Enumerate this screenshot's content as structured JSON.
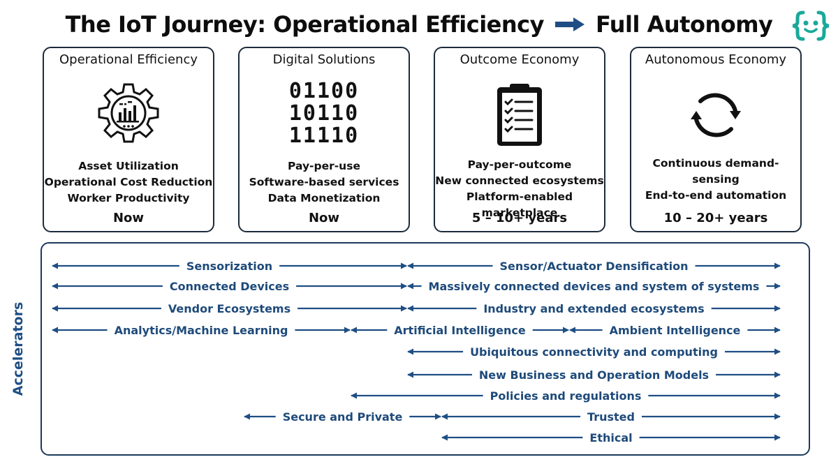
{
  "header": {
    "title_left": "The IoT Journey: Operational Efficiency",
    "title_right": "Full Autonomy"
  },
  "colors": {
    "accent": "#1f4e84",
    "border": "#1c2b3a",
    "logo": "#1aa89a"
  },
  "stages": [
    {
      "title": "Operational Efficiency",
      "icon": "gear-chart-icon",
      "lines": [
        "Asset Utilization",
        "Operational Cost Reduction",
        "Worker Productivity"
      ],
      "time": "Now"
    },
    {
      "title": "Digital Solutions",
      "icon": "binary-code",
      "binary": [
        "01100",
        "10110",
        "11110"
      ],
      "lines": [
        "Pay-per-use",
        "Software-based services",
        "Data Monetization"
      ],
      "time": "Now"
    },
    {
      "title": "Outcome Economy",
      "icon": "clipboard-checklist-icon",
      "lines": [
        "Pay-per-outcome",
        "New connected ecosystems",
        "Platform-enabled marketplace"
      ],
      "time": "5 – 10+ years"
    },
    {
      "title": "Autonomous Economy",
      "icon": "cycle-arrows-icon",
      "lines": [
        "Continuous demand-sensing",
        "End-to-end automation"
      ],
      "time": "10 – 20+ years"
    }
  ],
  "accelerators": {
    "label": "Accelerators",
    "rows": [
      {
        "segments": [
          {
            "label": "Sensorization",
            "from": "col0",
            "to": "col2"
          },
          {
            "label": "Sensor/Actuator Densification",
            "from": "col2",
            "to": "end"
          }
        ]
      },
      {
        "segments": [
          {
            "label": "Connected Devices",
            "from": "col0",
            "to": "col2"
          },
          {
            "label": "Massively connected devices and system of systems",
            "from": "col2",
            "to": "end"
          }
        ]
      },
      {
        "segments": [
          {
            "label": "Vendor Ecosystems",
            "from": "col0",
            "to": "col2"
          },
          {
            "label": "Industry and extended ecosystems",
            "from": "col2",
            "to": "end"
          }
        ]
      },
      {
        "segments": [
          {
            "label": "Analytics/Machine Learning",
            "from": "col0",
            "to": "col1b"
          },
          {
            "label": "Artificial Intelligence",
            "from": "col1b",
            "to": "col3b"
          },
          {
            "label": "Ambient Intelligence",
            "from": "col3b",
            "to": "end"
          }
        ]
      },
      {
        "segments": [
          {
            "label": "Ubiquitous connectivity and computing",
            "from": "col2",
            "to": "end"
          }
        ]
      },
      {
        "segments": [
          {
            "label": "New Business and Operation Models",
            "from": "col2",
            "to": "end"
          }
        ]
      },
      {
        "segments": [
          {
            "label": "Policies and regulations",
            "from": "col1b",
            "to": "end"
          }
        ]
      },
      {
        "segments": [
          {
            "label": "Secure and Private",
            "from": "col1a",
            "to": "col2b"
          },
          {
            "label": "Trusted",
            "from": "col2b",
            "to": "end"
          }
        ]
      },
      {
        "segments": [
          {
            "label": "Ethical",
            "from": "col2b",
            "to": "end"
          }
        ]
      }
    ]
  }
}
